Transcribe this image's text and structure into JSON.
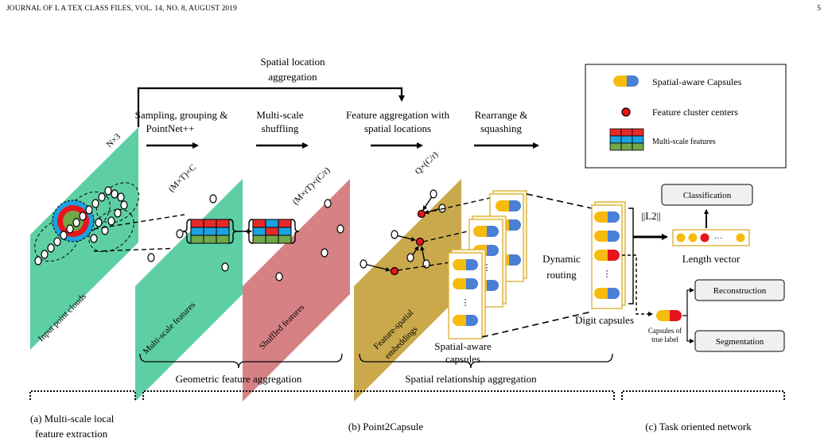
{
  "header": {
    "journal": "JOURNAL OF L A TEX CLASS FILES, VOL. 14, NO. 8, AUGUST 2019",
    "page_number": "5"
  },
  "figure": {
    "top_label": [
      "Spatial location",
      "aggregation"
    ],
    "step_labels": {
      "sampling": [
        "Sampling, grouping &",
        "PointNet++"
      ],
      "shuffling": [
        "Multi-scale",
        "shuffling"
      ],
      "aggregation": [
        "Feature aggregation with",
        "spatial locations"
      ],
      "rearrange": [
        "Rearrange &",
        "squashing"
      ]
    },
    "dims": {
      "input": "N×3",
      "multiscale": "(M×T)×C",
      "shuffled": "(M×rT)×(C/r)",
      "embeddings": "Q×(C/r)"
    },
    "plane_labels": {
      "input": "Input point clouds",
      "multiscale": "Multi-scale features",
      "shuffled": "Shuffled features",
      "embeddings": [
        "Feature-spatial",
        "embeddings"
      ]
    },
    "spatial_caps": [
      "Spatial-aware",
      "capsules"
    ],
    "dynamic_routing": [
      "Dynamic",
      "routing"
    ],
    "digit_caps": "Digit capsules",
    "norm_label": "||L2||",
    "length_vector": "Length vector",
    "tasks": {
      "classification": "Classification",
      "reconstruction": "Reconstruction",
      "segmentation": "Segmentation"
    },
    "true_label": [
      "Capsules of",
      "true label"
    ],
    "legend": {
      "capsules": "Spatial-aware Capsules",
      "centers": "Feature cluster centers",
      "multiscale": "Multi-scale features"
    },
    "brace_labels": {
      "geometric": "Geometric feature aggregation",
      "spatial": "Spatial relationship aggregation"
    },
    "section_captions": {
      "a": [
        "(a) Multi-scale local",
        "feature extraction"
      ],
      "b": "(b) Point2Capsule",
      "c": "(c) Task oriented network"
    },
    "colors": {
      "green_plane": "#5ecfa4",
      "pink_plane": "#d68285",
      "gold_plane": "#c9a94b",
      "capsule_yellow": "#f7bb0e",
      "capsule_blue": "#4a7fd6",
      "center_red": "#e8141c",
      "grid_red": "#e52a2a",
      "grid_blue": "#1ba2e0",
      "grid_green": "#71a84a"
    }
  }
}
